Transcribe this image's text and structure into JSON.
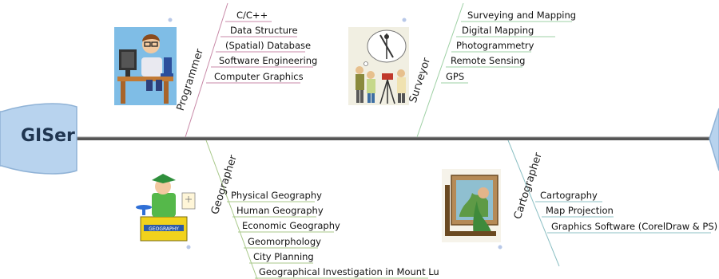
{
  "head": {
    "label": "GISer"
  },
  "colors": {
    "spine": "#555555",
    "head_fill": "#b8d3ee",
    "head_stroke": "#8fb2d6",
    "bone_programmer": "#c88aa8",
    "bone_surveyor": "#9ed0a4",
    "bone_geographer": "#a8c98a",
    "bone_cartographer": "#8cc0c4",
    "dot": "#b8c8e8"
  },
  "categories": [
    {
      "label": "Programmer",
      "icon": "programmer-icon",
      "items": [
        "C/C++",
        "Data Structure",
        "(Spatial) Database",
        "Software Engineering",
        "Computer Graphics"
      ]
    },
    {
      "label": "Surveyor",
      "icon": "surveyor-icon",
      "items": [
        "Surveying and Mapping",
        "Digital Mapping",
        "Photogrammetry",
        "Remote Sensing",
        "GPS"
      ]
    },
    {
      "label": "Geographer",
      "icon": "geographer-icon",
      "items": [
        "Physical Geography",
        "Human Geography",
        "Economic Geography",
        "Geomorphology",
        "City Planning",
        "Geographical Investigation in Mount Lu"
      ]
    },
    {
      "label": "Cartographer",
      "icon": "cartographer-icon",
      "items": [
        "Cartography",
        "Map Projection",
        "Graphics Software (CorelDraw & PS)"
      ]
    }
  ]
}
